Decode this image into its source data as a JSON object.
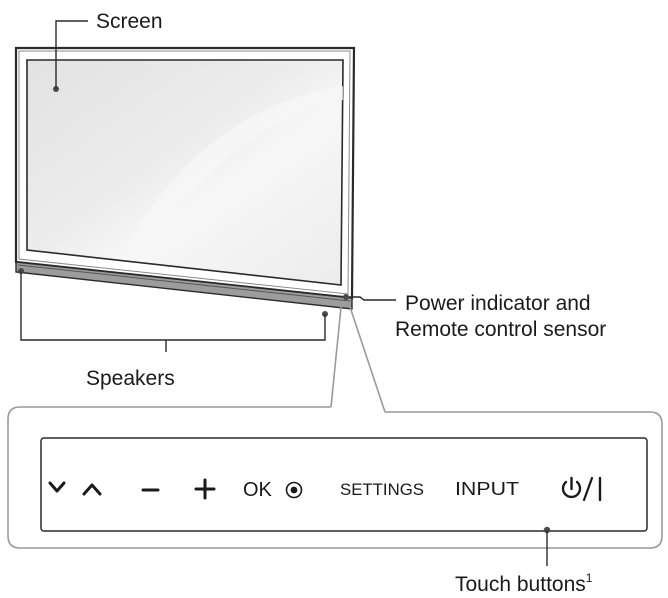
{
  "labels": {
    "screen": "Screen",
    "power_indicator_line1": "Power indicator and",
    "power_indicator_line2": "Remote control sensor",
    "speakers": "Speakers",
    "touch_buttons": "Touch buttons",
    "touch_buttons_footnote": "1"
  },
  "touch_panel": {
    "buttons": {
      "down": "⌄",
      "up": "⌃",
      "minus": "–",
      "plus": "+",
      "ok": "OK",
      "ok_icon": "◉",
      "settings": "SETTINGS",
      "input": "INPUT",
      "power": "⏻/I"
    }
  },
  "icons": {
    "down": "chevron-down-icon",
    "up": "chevron-up-icon",
    "minus": "minus-icon",
    "plus": "plus-icon",
    "ok": "ok-dot-icon",
    "power": "power-icon"
  }
}
